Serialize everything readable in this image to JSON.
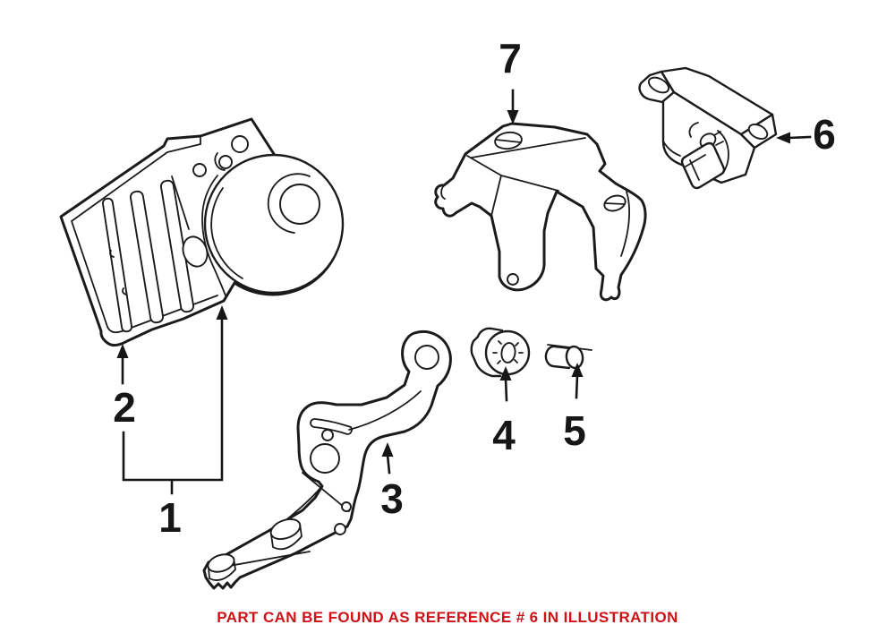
{
  "page": {
    "background_color": "#ffffff",
    "line_color": "#1b1b1b"
  },
  "diagram": {
    "callouts": [
      {
        "number": "1"
      },
      {
        "number": "2"
      },
      {
        "number": "3"
      },
      {
        "number": "4"
      },
      {
        "number": "5"
      },
      {
        "number": "6"
      },
      {
        "number": "7"
      }
    ],
    "parts": [
      {
        "callout": "1",
        "drawing": "abs-hydraulic-unit-assembly"
      },
      {
        "callout": "2",
        "drawing": "abs-control-module-section"
      },
      {
        "callout": "3",
        "drawing": "lower-mounting-bracket"
      },
      {
        "callout": "4",
        "drawing": "rubber-grommet"
      },
      {
        "callout": "5",
        "drawing": "spacer-sleeve"
      },
      {
        "callout": "6",
        "drawing": "sensor-module"
      },
      {
        "callout": "7",
        "drawing": "upper-mounting-bracket"
      }
    ]
  },
  "caption": {
    "text": "PART CAN BE FOUND AS REFERENCE # 6 IN ILLUSTRATION",
    "reference_number": "6",
    "color": "#cc1217"
  }
}
